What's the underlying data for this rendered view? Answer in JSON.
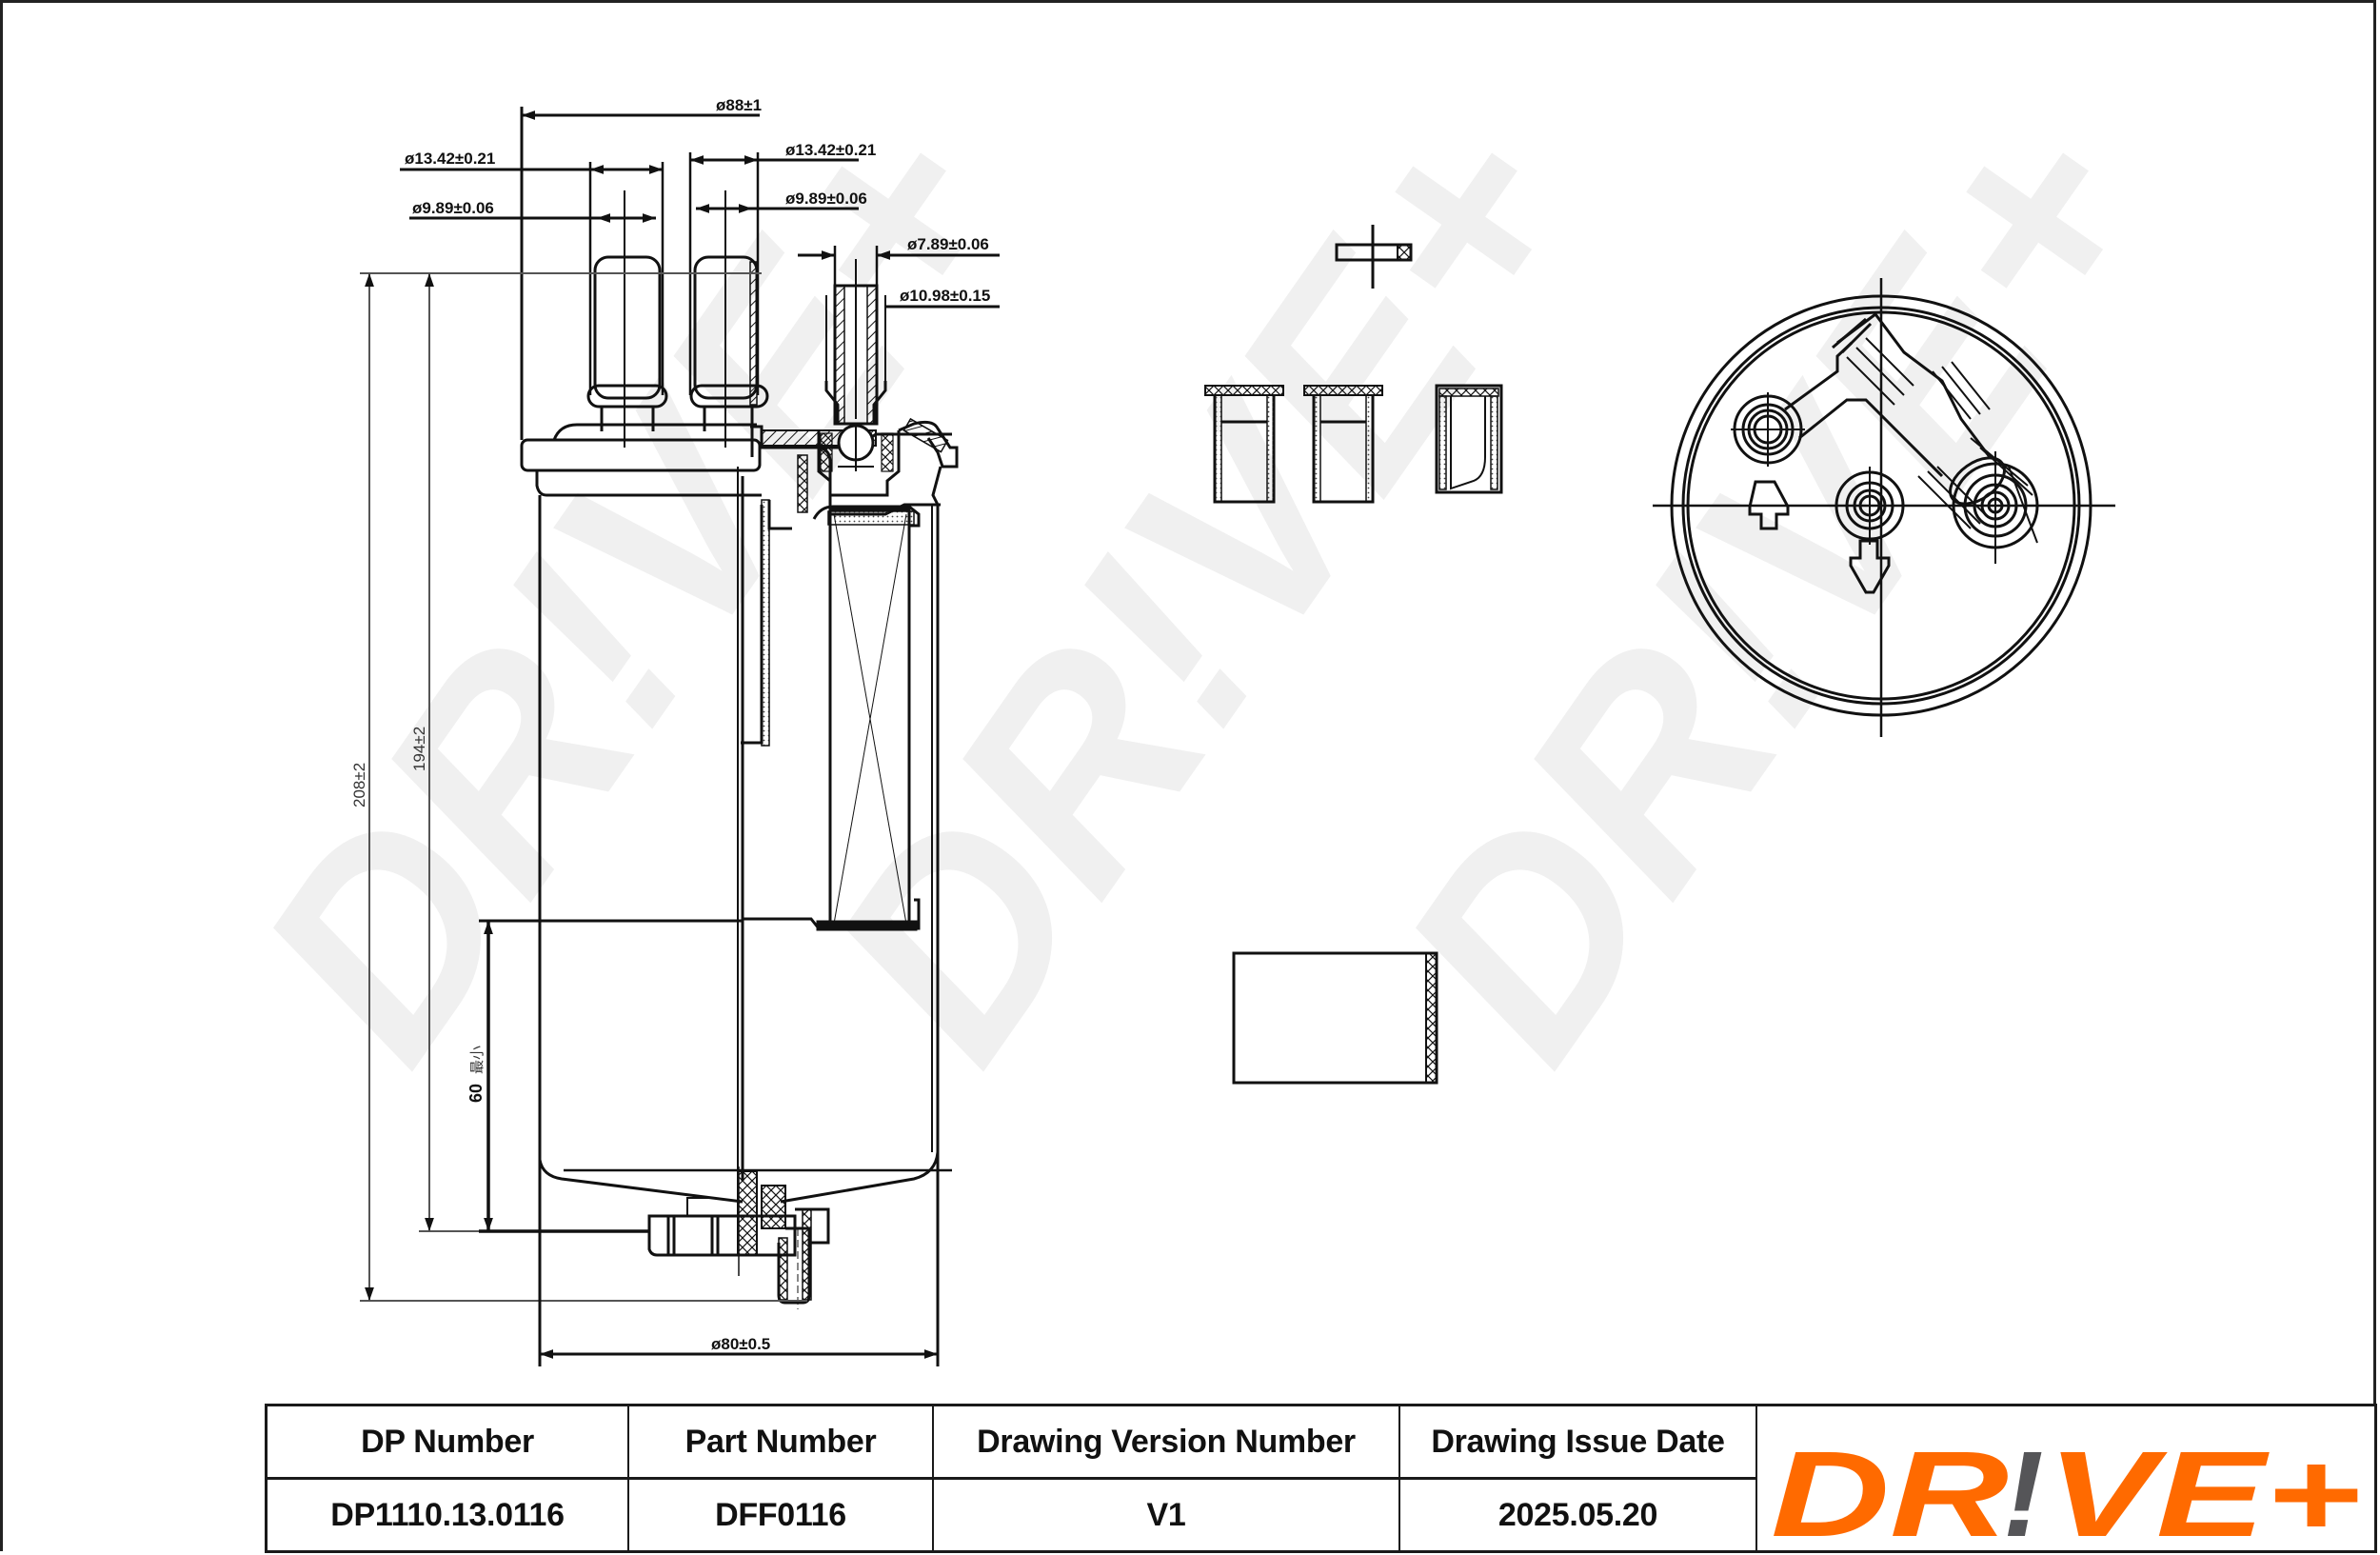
{
  "document": {
    "type": "technical drawing",
    "subject": "fuel filter"
  },
  "dimensions": {
    "overall_top_diameter": "ø88±1",
    "inlet_outer_diameter_left": "ø13.42±0.21",
    "inlet_inner_diameter_left": "ø9.89±0.06",
    "outlet_outer_diameter_right": "ø13.42±0.21",
    "outlet_inner_diameter_right": "ø9.89±0.06",
    "valve_inner_diameter": "ø7.89±0.06",
    "valve_outer_diameter": "ø10.98±0.15",
    "overall_height": "208±2",
    "body_height": "194±2",
    "min_height_value": "60",
    "min_height_note": "最小",
    "body_diameter": "ø80±0.5"
  },
  "title_block": {
    "columns": [
      {
        "header": "DP Number",
        "value": "DP1110.13.0116"
      },
      {
        "header": "Part Number",
        "value": "DFF0116"
      },
      {
        "header": "Drawing Version Number",
        "value": "V1"
      },
      {
        "header": "Drawing Issue Date",
        "value": "2025.05.20"
      }
    ]
  },
  "logo": {
    "text_left": "DR",
    "text_bang": "!",
    "text_right": "VE+",
    "primary_color": "#ff6a00",
    "accent_color": "#555558"
  },
  "watermark": {
    "text": "DR!VE+",
    "color": "#efefef"
  }
}
